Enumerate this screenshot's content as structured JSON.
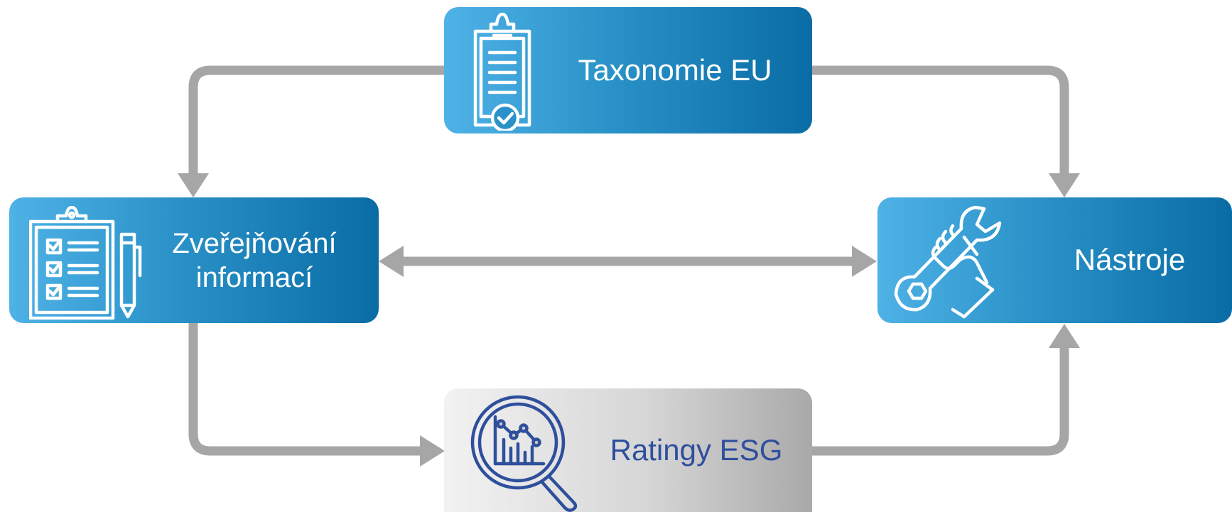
{
  "nodes": {
    "taxonomie": {
      "label": "Taxonomie EU",
      "icon": "clipboard-check-icon"
    },
    "zverejnovani": {
      "label_line1": "Zveřejňování",
      "label_line2": "informací",
      "icon": "checklist-pencil-icon"
    },
    "nastroje": {
      "label": "Nástroje",
      "icon": "wrench-hand-icon"
    },
    "ratingy": {
      "label": "Ratingy ESG",
      "icon": "magnifier-chart-icon"
    }
  },
  "colors": {
    "blue_start": "#4fb2e6",
    "blue_end": "#0a6ca5",
    "gray_start": "#f2f2f2",
    "gray_end": "#a9a9a9",
    "gray_text": "#2e4f9c",
    "connector": "#a6a6a6"
  }
}
